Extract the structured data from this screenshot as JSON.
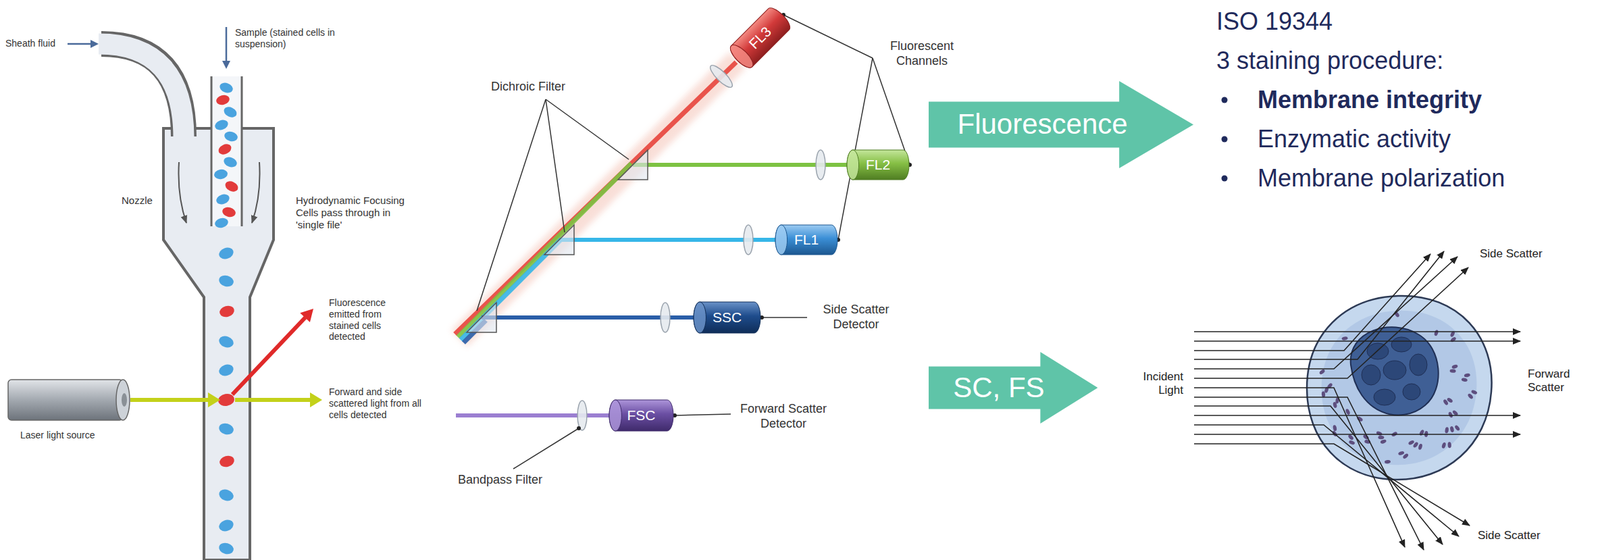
{
  "diagram": {
    "nodes": [
      {
        "text": [
          "FL3"
        ]
      },
      {
        "text": [
          "FL2"
        ]
      },
      {
        "text": [
          "FL1"
        ]
      },
      {
        "text": [
          "SSC"
        ]
      },
      {
        "text": [
          "FSC"
        ]
      },
      {
        "text": [
          "Fluorescence"
        ]
      },
      {
        "text": [
          "SC, FS"
        ]
      }
    ],
    "labels": [
      "Sheath fluid",
      "Sample (stained cells in suspension)",
      "Nozzle",
      "Hydrodynamic Focusing Cells pass through in 'single file'",
      "Fluorescence emitted from stained cells detected",
      "Forward and side scattered light from all cells detected",
      "Laser light source",
      "Dichroic Filter",
      "Fluorescent Channels",
      "Side Scatter Detector",
      "Forward Scatter Detector",
      "Bandpass Filter",
      "ISO 19344",
      "3 staining procedure:",
      "Membrane integrity",
      "Enzymatic activity",
      "Membrane polarization",
      "Side Scatter",
      "Incident Light",
      "Forward Scatter",
      "Side Scatter"
    ]
  }
}
